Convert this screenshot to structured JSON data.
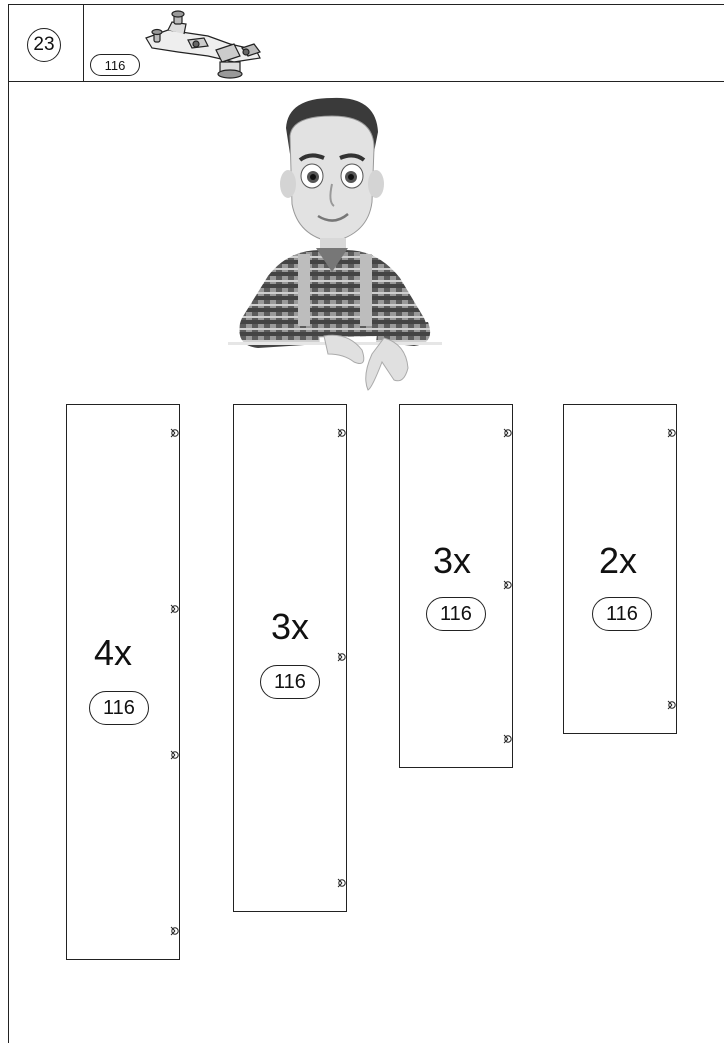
{
  "step": {
    "number": "23"
  },
  "header": {
    "part_number": "116",
    "hardware_icon": "hinge-icon"
  },
  "illustration": {
    "icon": "assembler-mascot"
  },
  "panels": [
    {
      "quantity": "4x",
      "part_number": "116",
      "hinge_count": 4
    },
    {
      "quantity": "3x",
      "part_number": "116",
      "hinge_count": 3
    },
    {
      "quantity": "3x",
      "part_number": "116",
      "hinge_count": 3
    },
    {
      "quantity": "2x",
      "part_number": "116",
      "hinge_count": 2
    }
  ],
  "colors": {
    "line": "#222222",
    "background": "#ffffff"
  }
}
